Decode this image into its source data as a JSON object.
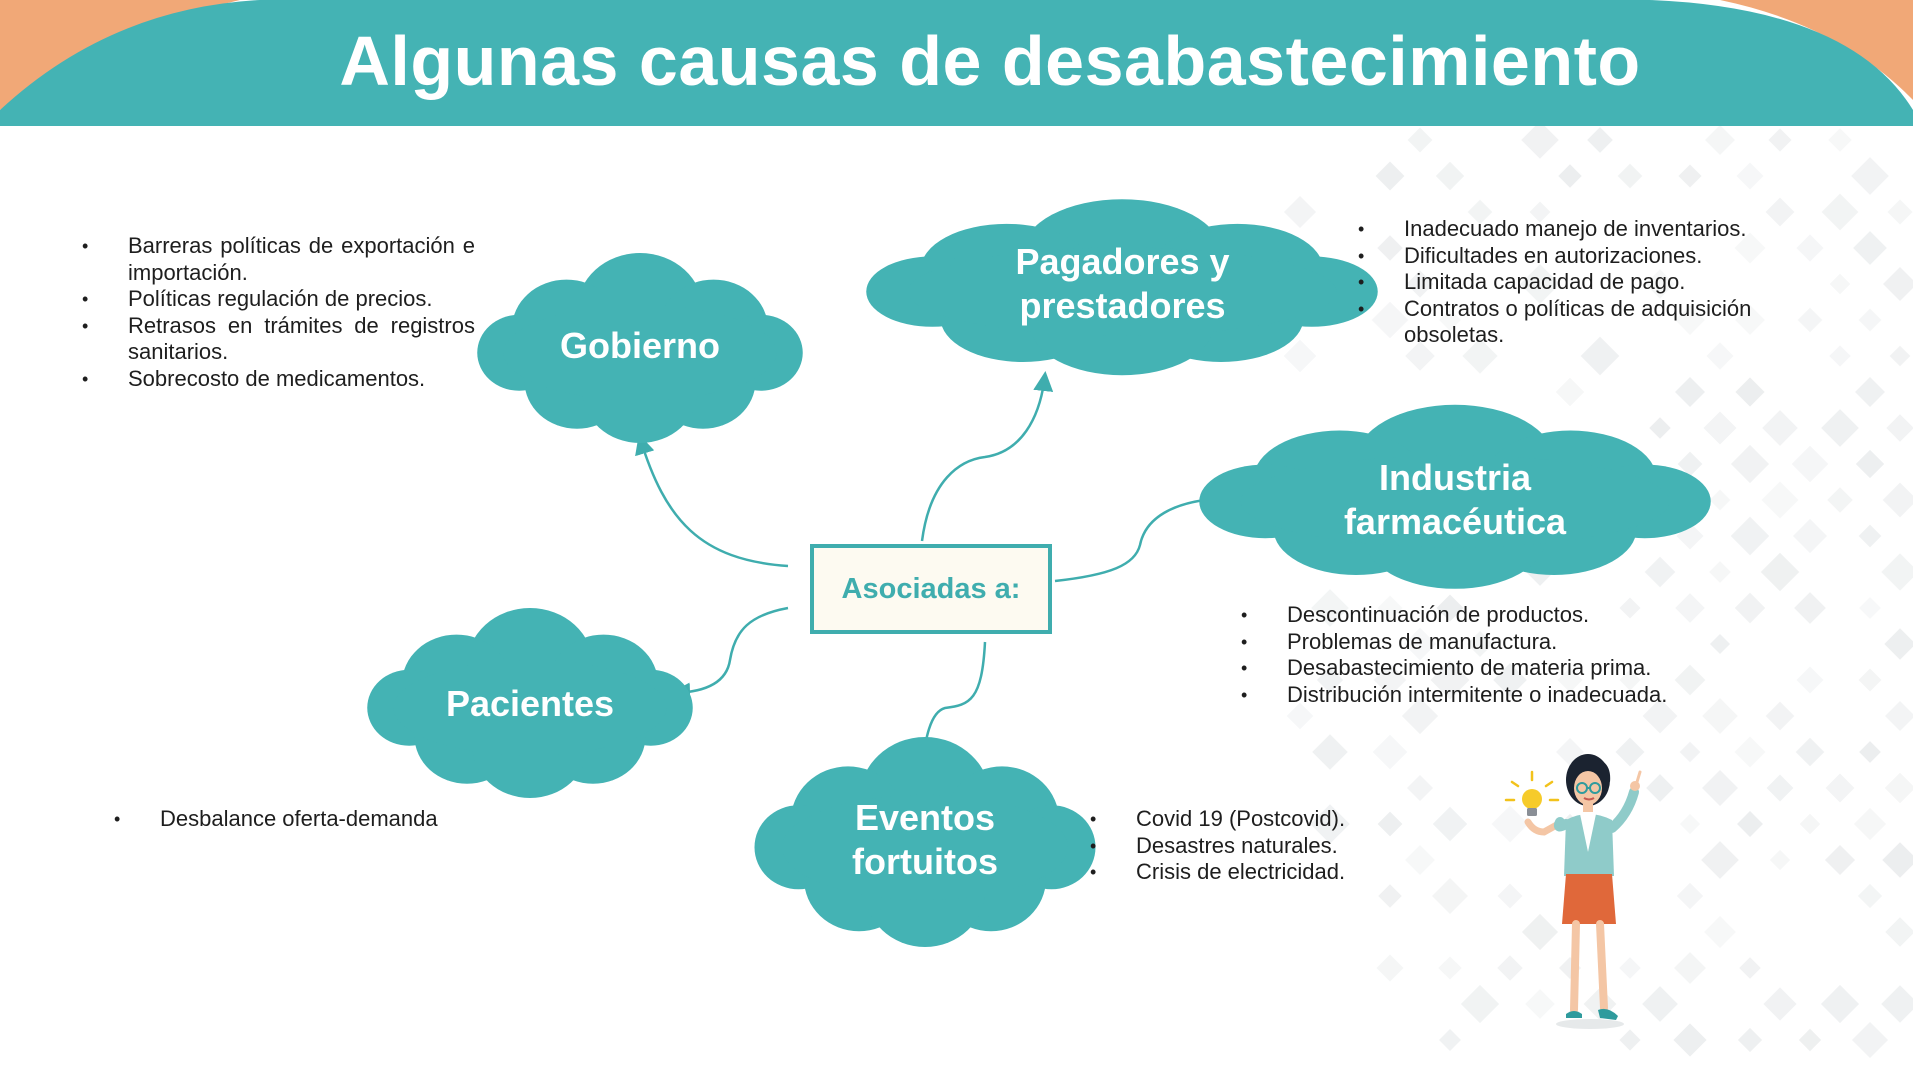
{
  "title": "Algunas causas de desabastecimiento",
  "colors": {
    "teal": "#44b3b4",
    "teal_dark": "#3fadae",
    "orange": "#f1a877",
    "center_box_fill": "#fdfaf1",
    "text": "#1e1e1e",
    "pattern": "#eceeef"
  },
  "center": {
    "label": "Asociadas a:"
  },
  "nodes": {
    "gobierno": {
      "label": "Gobierno",
      "items": [
        "Barreras políticas de exportación e importación.",
        "Políticas regulación de precios.",
        "Retrasos en trámites de registros sanitarios.",
        "Sobrecosto de medicamentos."
      ]
    },
    "pagadores": {
      "label_line1": "Pagadores y",
      "label_line2": "prestadores",
      "items": [
        "Inadecuado manejo de inventarios.",
        "Dificultades en autorizaciones.",
        "Limitada capacidad de pago.",
        "Contratos o políticas de adquisición obsoletas."
      ]
    },
    "industria": {
      "label_line1": "Industria",
      "label_line2": "farmacéutica",
      "items": [
        "Descontinuación de productos.",
        "Problemas de manufactura.",
        "Desabastecimiento de materia prima.",
        "Distribución intermitente o inadecuada."
      ]
    },
    "pacientes": {
      "label": "Pacientes",
      "items": [
        "Desbalance oferta-demanda"
      ]
    },
    "eventos": {
      "label_line1": "Eventos",
      "label_line2": "fortuitos",
      "items": [
        "Covid 19 (Postcovid).",
        "Desastres naturales.",
        "Crisis de electricidad."
      ]
    }
  },
  "icons": [
    "lightbulb-icon",
    "woman-presenter-illustration"
  ]
}
